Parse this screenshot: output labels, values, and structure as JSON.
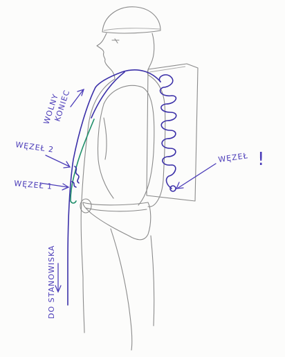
{
  "labels": {
    "free_end": [
      "WOLNY",
      "KONIEC"
    ],
    "knot_2": "WĘZEŁ 2",
    "knot_1": "WĘZEŁ 1",
    "knot_exclaim": "WĘZEŁ",
    "exclaim_mark": "!",
    "to_anchor": "DO STANOWISKA"
  },
  "colors": {
    "pencil": "#8a8a8a",
    "rope": "#3a2fa8",
    "rope_green": "#1f8f6a",
    "label_ink": "#4a3bb8"
  }
}
